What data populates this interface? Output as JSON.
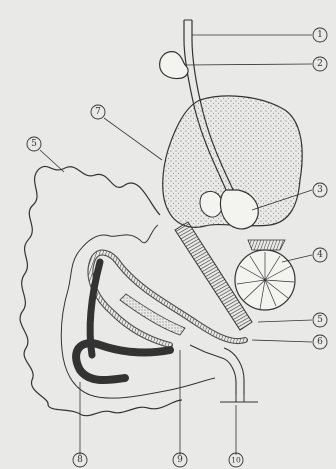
{
  "diagram": {
    "labels": [
      "1",
      "2",
      "3",
      "4",
      "5",
      "6",
      "7",
      "8",
      "9",
      "10",
      "5"
    ],
    "colors": {
      "background": "#e9e9e7",
      "ink": "#333333",
      "stipple": "#555555"
    }
  }
}
